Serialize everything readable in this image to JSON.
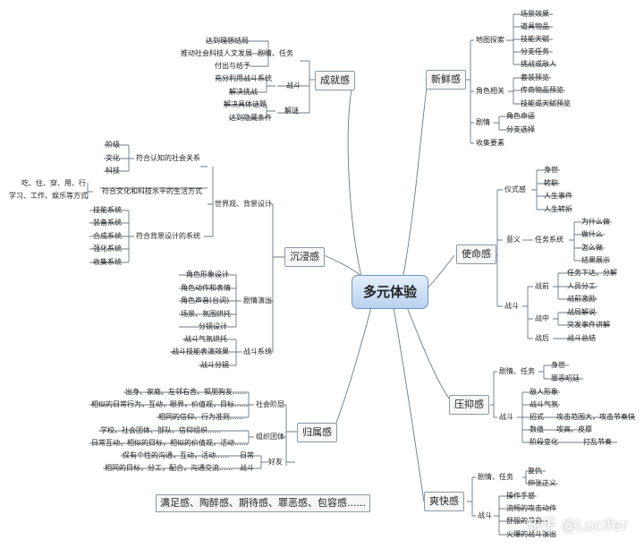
{
  "center": "多元体验",
  "watermark": "知乎 @Lucifer",
  "chengjiu": {
    "label": "成就感",
    "juqing": "剧情、任务",
    "juqing_items": [
      "达到理想结局",
      "推动社会科技人文发展",
      "付出与给予"
    ],
    "zhandou": "战斗",
    "zhandou_items": [
      "充分利用战斗系统",
      "解决挑战"
    ],
    "jiemi": "解谜",
    "jiemi_items": [
      "解决具体谜题",
      "达到隐藏条件"
    ]
  },
  "chenjin": {
    "label": "沉浸感",
    "shijie": "世界观、背景设计",
    "renzhi": "符合认知的社会关系",
    "renzhi_items": [
      "阶级",
      "文化",
      "科技"
    ],
    "shenghuo": "符合文化和科技水平的生活方式",
    "shenghuo_line1": "吃、住、穿、用、行",
    "shenghuo_line2": "学习、工作、娱乐等方式",
    "beijing": "符合背景设计的系统",
    "beijing_items": [
      "技能系统",
      "装备系统",
      "合成系统",
      "强化系统",
      "收集系统"
    ],
    "juqing": "剧情演出",
    "juqing_items": [
      "角色形象设计",
      "角色动作和表情",
      "角色声音(台词)",
      "场景、氛围烘托",
      "分镜设计"
    ],
    "zhandou": "战斗系统",
    "zhandou_items": [
      "战斗气氛烘托",
      "战斗技能表演效果",
      "战斗分镜"
    ]
  },
  "guishu": {
    "label": "归属感",
    "shehui": "社会阶层",
    "shehui_items": [
      "出身、家庭、左邻右舍、狐朋狗友......",
      "相似的日常行为，互动，眼界，价值观，目标......",
      "相同的信仰、行为准则......"
    ],
    "zuzhi": "组织团体",
    "zuzhi_items": [
      "学校、社会团体、部队、信仰组织......",
      "日常互动，相似的目标，相似的价值观，活动......"
    ],
    "haoyou": "好友",
    "richang": "日常",
    "richang_text": "保有个性的沟通，互动，活动......",
    "zhandou": "战斗",
    "zhandou_text": "相同的目标，分工，配合，沟通交流......"
  },
  "summary": "满足感、陶醉感、期待感、罪恶感、包容感......",
  "xinxian": {
    "label": "新鲜感",
    "ditu": "地图探索",
    "ditu_items": [
      "场景效果",
      "道具物品",
      "技能天赋",
      "分支任务",
      "挑战或敌人"
    ],
    "juese": "角色相关",
    "juese_items": [
      "套装预览",
      "传奇物品预览",
      "技能或天赋预览"
    ],
    "juqing": "剧情",
    "juqing_items": [
      "角色命运",
      "分支选择"
    ],
    "shouji": "收集要素"
  },
  "shiming": {
    "label": "使命感",
    "yishi": "仪式感",
    "yishi_items": [
      "身世",
      "转职",
      "人生事件",
      "人生转折"
    ],
    "yiyi": "意义",
    "renwu": "任务系统",
    "renwu_items": [
      "为什么做",
      "做什么",
      "怎么做",
      "结果展示"
    ],
    "zhandou": "战斗",
    "zhanqian": "战前",
    "zhanqian_items": [
      "任务下达、分解",
      "人员分工",
      "战前激励"
    ],
    "zhanzhong": "战中",
    "zhanzhong_items": [
      "战局解说",
      "突发事件讲解"
    ],
    "zhanhou": "战后",
    "zhanhou_item": "战斗总结"
  },
  "yayi": {
    "label": "压抑感",
    "juqing": "剧情、任务",
    "juqing_items": [
      "身世",
      "罪恶昭廷"
    ],
    "zhandou": "战斗",
    "zhandou_items": [
      "敌人形象",
      "战斗气氛"
    ],
    "zhaoshi": "招式",
    "zhaoshi_desc": "攻击范围大，攻击节奏快",
    "shuzhi": "数值",
    "shuzhi_desc": "攻高、皮厚",
    "jieduan": "阶段变化",
    "jieduan_desc": "打乱节奏"
  },
  "shuangkuai": {
    "label": "爽快感",
    "juqing": "剧情、任务",
    "juqing_items": [
      "复仇",
      "伸张正义"
    ],
    "zhandou": "战斗",
    "zhandou_items": [
      "操作手感",
      "流畅的攻击动作",
      "舒服的节奏",
      "火爆的战斗演出"
    ]
  },
  "colors": {
    "line": "#6b7a87",
    "center_border": "#6f97c7",
    "center_fill": "#c8dcf3",
    "box_border": "#8a9aa8"
  }
}
